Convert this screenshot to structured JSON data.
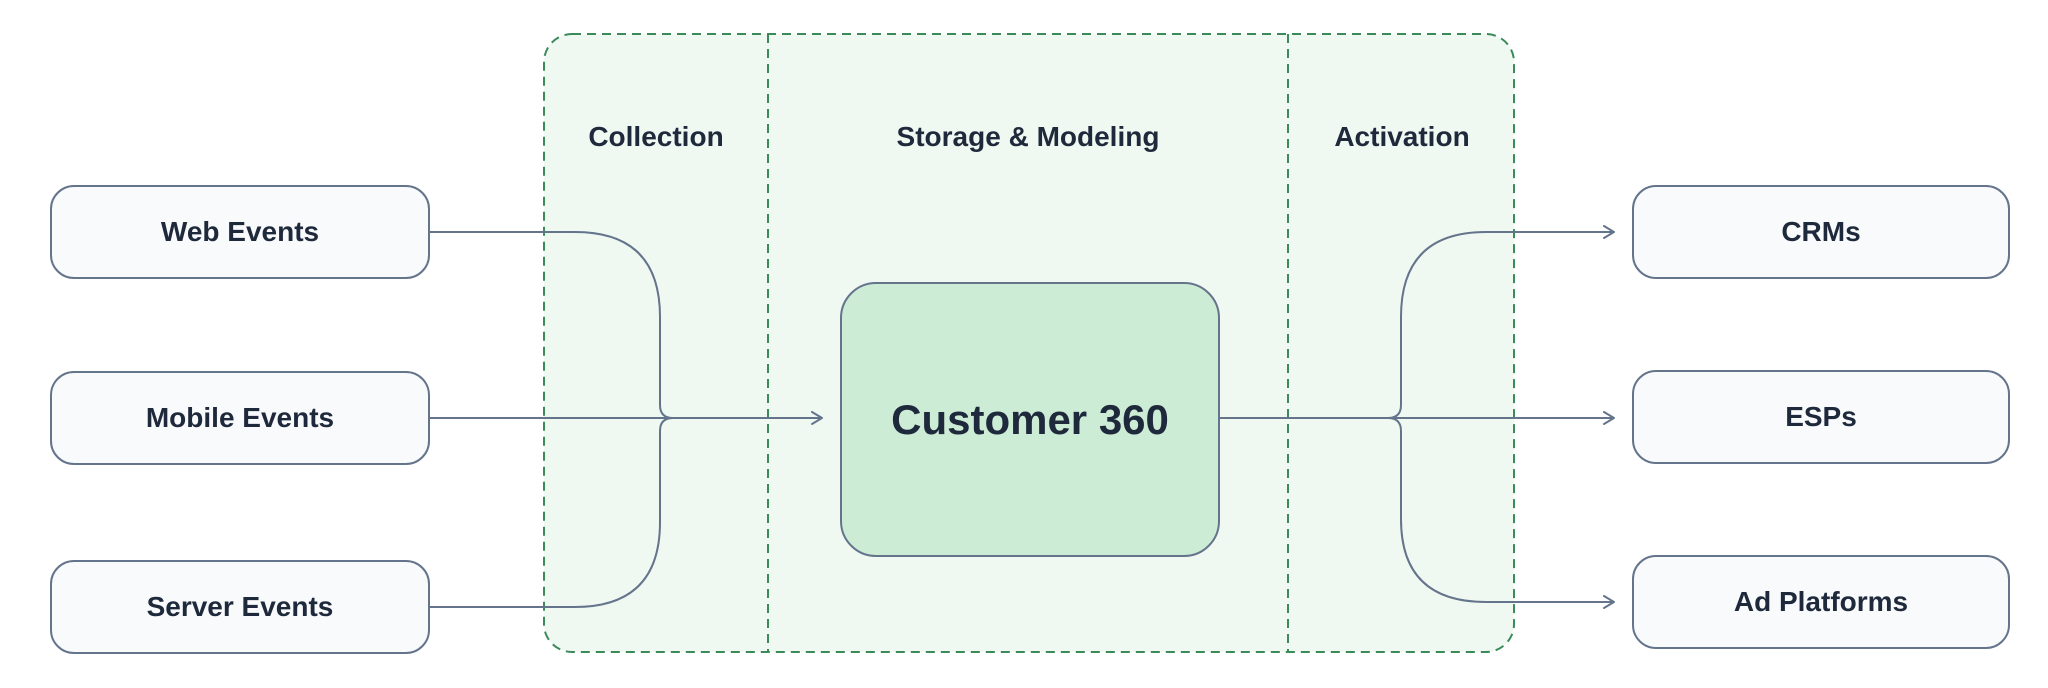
{
  "diagram": {
    "zones": [
      {
        "label": "Collection"
      },
      {
        "label": "Storage & Modeling"
      },
      {
        "label": "Activation"
      }
    ],
    "sources": [
      {
        "label": "Web Events"
      },
      {
        "label": "Mobile Events"
      },
      {
        "label": "Server Events"
      }
    ],
    "hub": {
      "label": "Customer 360"
    },
    "destinations": [
      {
        "label": "CRMs"
      },
      {
        "label": "ESPs"
      },
      {
        "label": "Ad Platforms"
      }
    ],
    "colors": {
      "background": "#ffffff",
      "zone_fill": "#f0f8f2",
      "zone_border": "#3a8a5a",
      "node_fill": "#f8fafc",
      "node_border": "#64748b",
      "hub_fill": "#cdecd6",
      "wire": "#64748b",
      "text": "#1e293b"
    }
  }
}
